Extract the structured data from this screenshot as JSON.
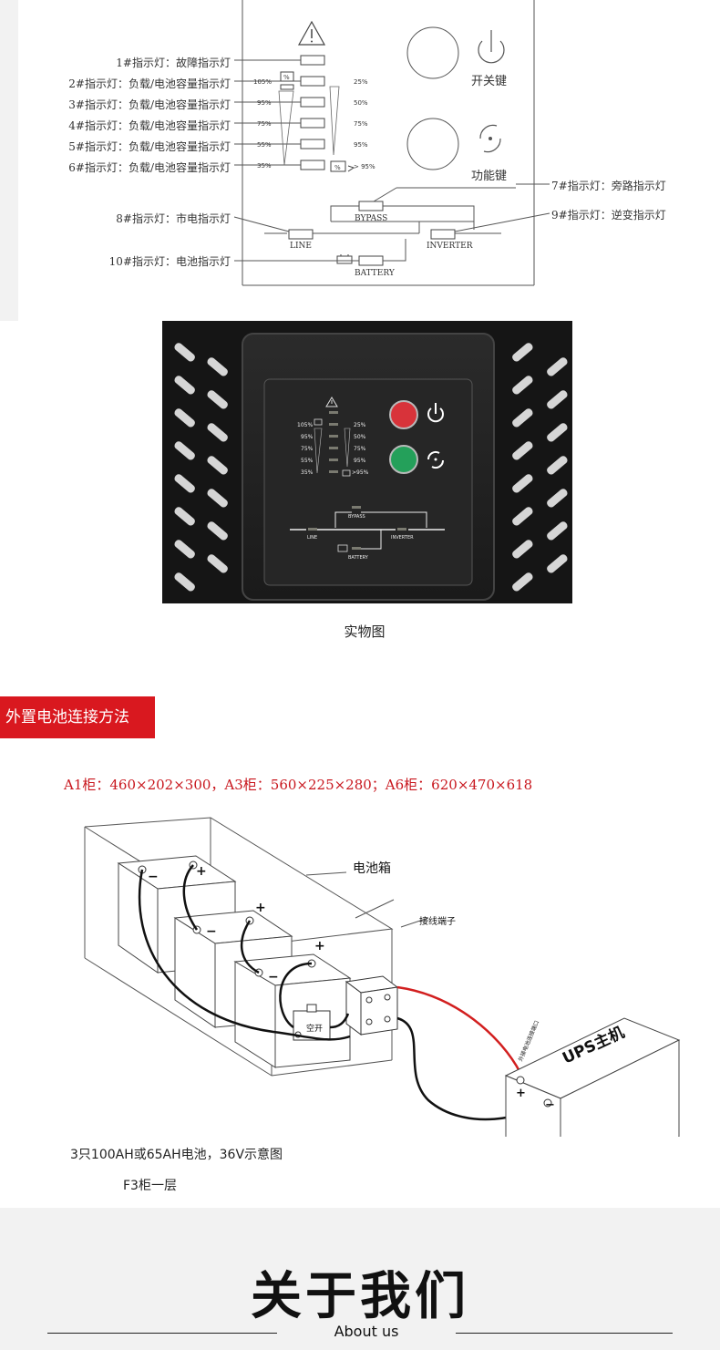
{
  "diagram": {
    "indicators": [
      "1#指示灯：故障指示灯",
      "2#指示灯：负载/电池容量指示灯",
      "3#指示灯：负载/电池容量指示灯",
      "4#指示灯：负载/电池容量指示灯",
      "5#指示灯：负载/电池容量指示灯",
      "6#指示灯：负载/电池容量指示灯"
    ],
    "load_levels": [
      "105%",
      "95%",
      "75%",
      "55%",
      "35%"
    ],
    "battery_levels": [
      "25%",
      "50%",
      "75%",
      "95%",
      "> 95%"
    ],
    "power_key": "开关键",
    "function_key": "功能键",
    "bypass_indicator": "7#指示灯：旁路指示灯",
    "line_indicator": "8#指示灯：市电指示灯",
    "inverter_indicator": "9#指示灯：逆变指示灯",
    "battery_indicator": "10#指示灯：电池指示灯",
    "bypass": "BYPASS",
    "line": "LINE",
    "inverter": "INVERTER",
    "battery": "BATTERY"
  },
  "photo": {
    "caption": "实物图",
    "load_levels": [
      "105%",
      "95%",
      "75%",
      "55%",
      "35%"
    ],
    "battery_levels": [
      "25%",
      "50%",
      "75%",
      "95%",
      ">95%"
    ],
    "bypass": "BYPASS",
    "line": "LINE",
    "inverter": "INVERTER",
    "battery": "BATTERY"
  },
  "external": {
    "heading": "外置电池连接方法",
    "cabinets": "A1柜：460×202×300，A3柜：560×225×280；A6柜：620×470×618",
    "battery_box": "电池箱",
    "terminal": "接线端子",
    "breaker": "空开",
    "ups_host": "UPS主机",
    "ups_port": "外接电池连接端口",
    "plus": "+",
    "minus": "−",
    "note1": "3只100AH或65AH电池，36V示意图",
    "note2": "F3柜一层"
  },
  "about": {
    "title": "关于我们",
    "subtitle": "About us"
  },
  "colors": {
    "heading_bg": "#d9181f",
    "cabinet_text": "#c8161d",
    "red_wire": "#d21f1f",
    "power_button": "#d8333a",
    "function_button": "#24a05a"
  }
}
